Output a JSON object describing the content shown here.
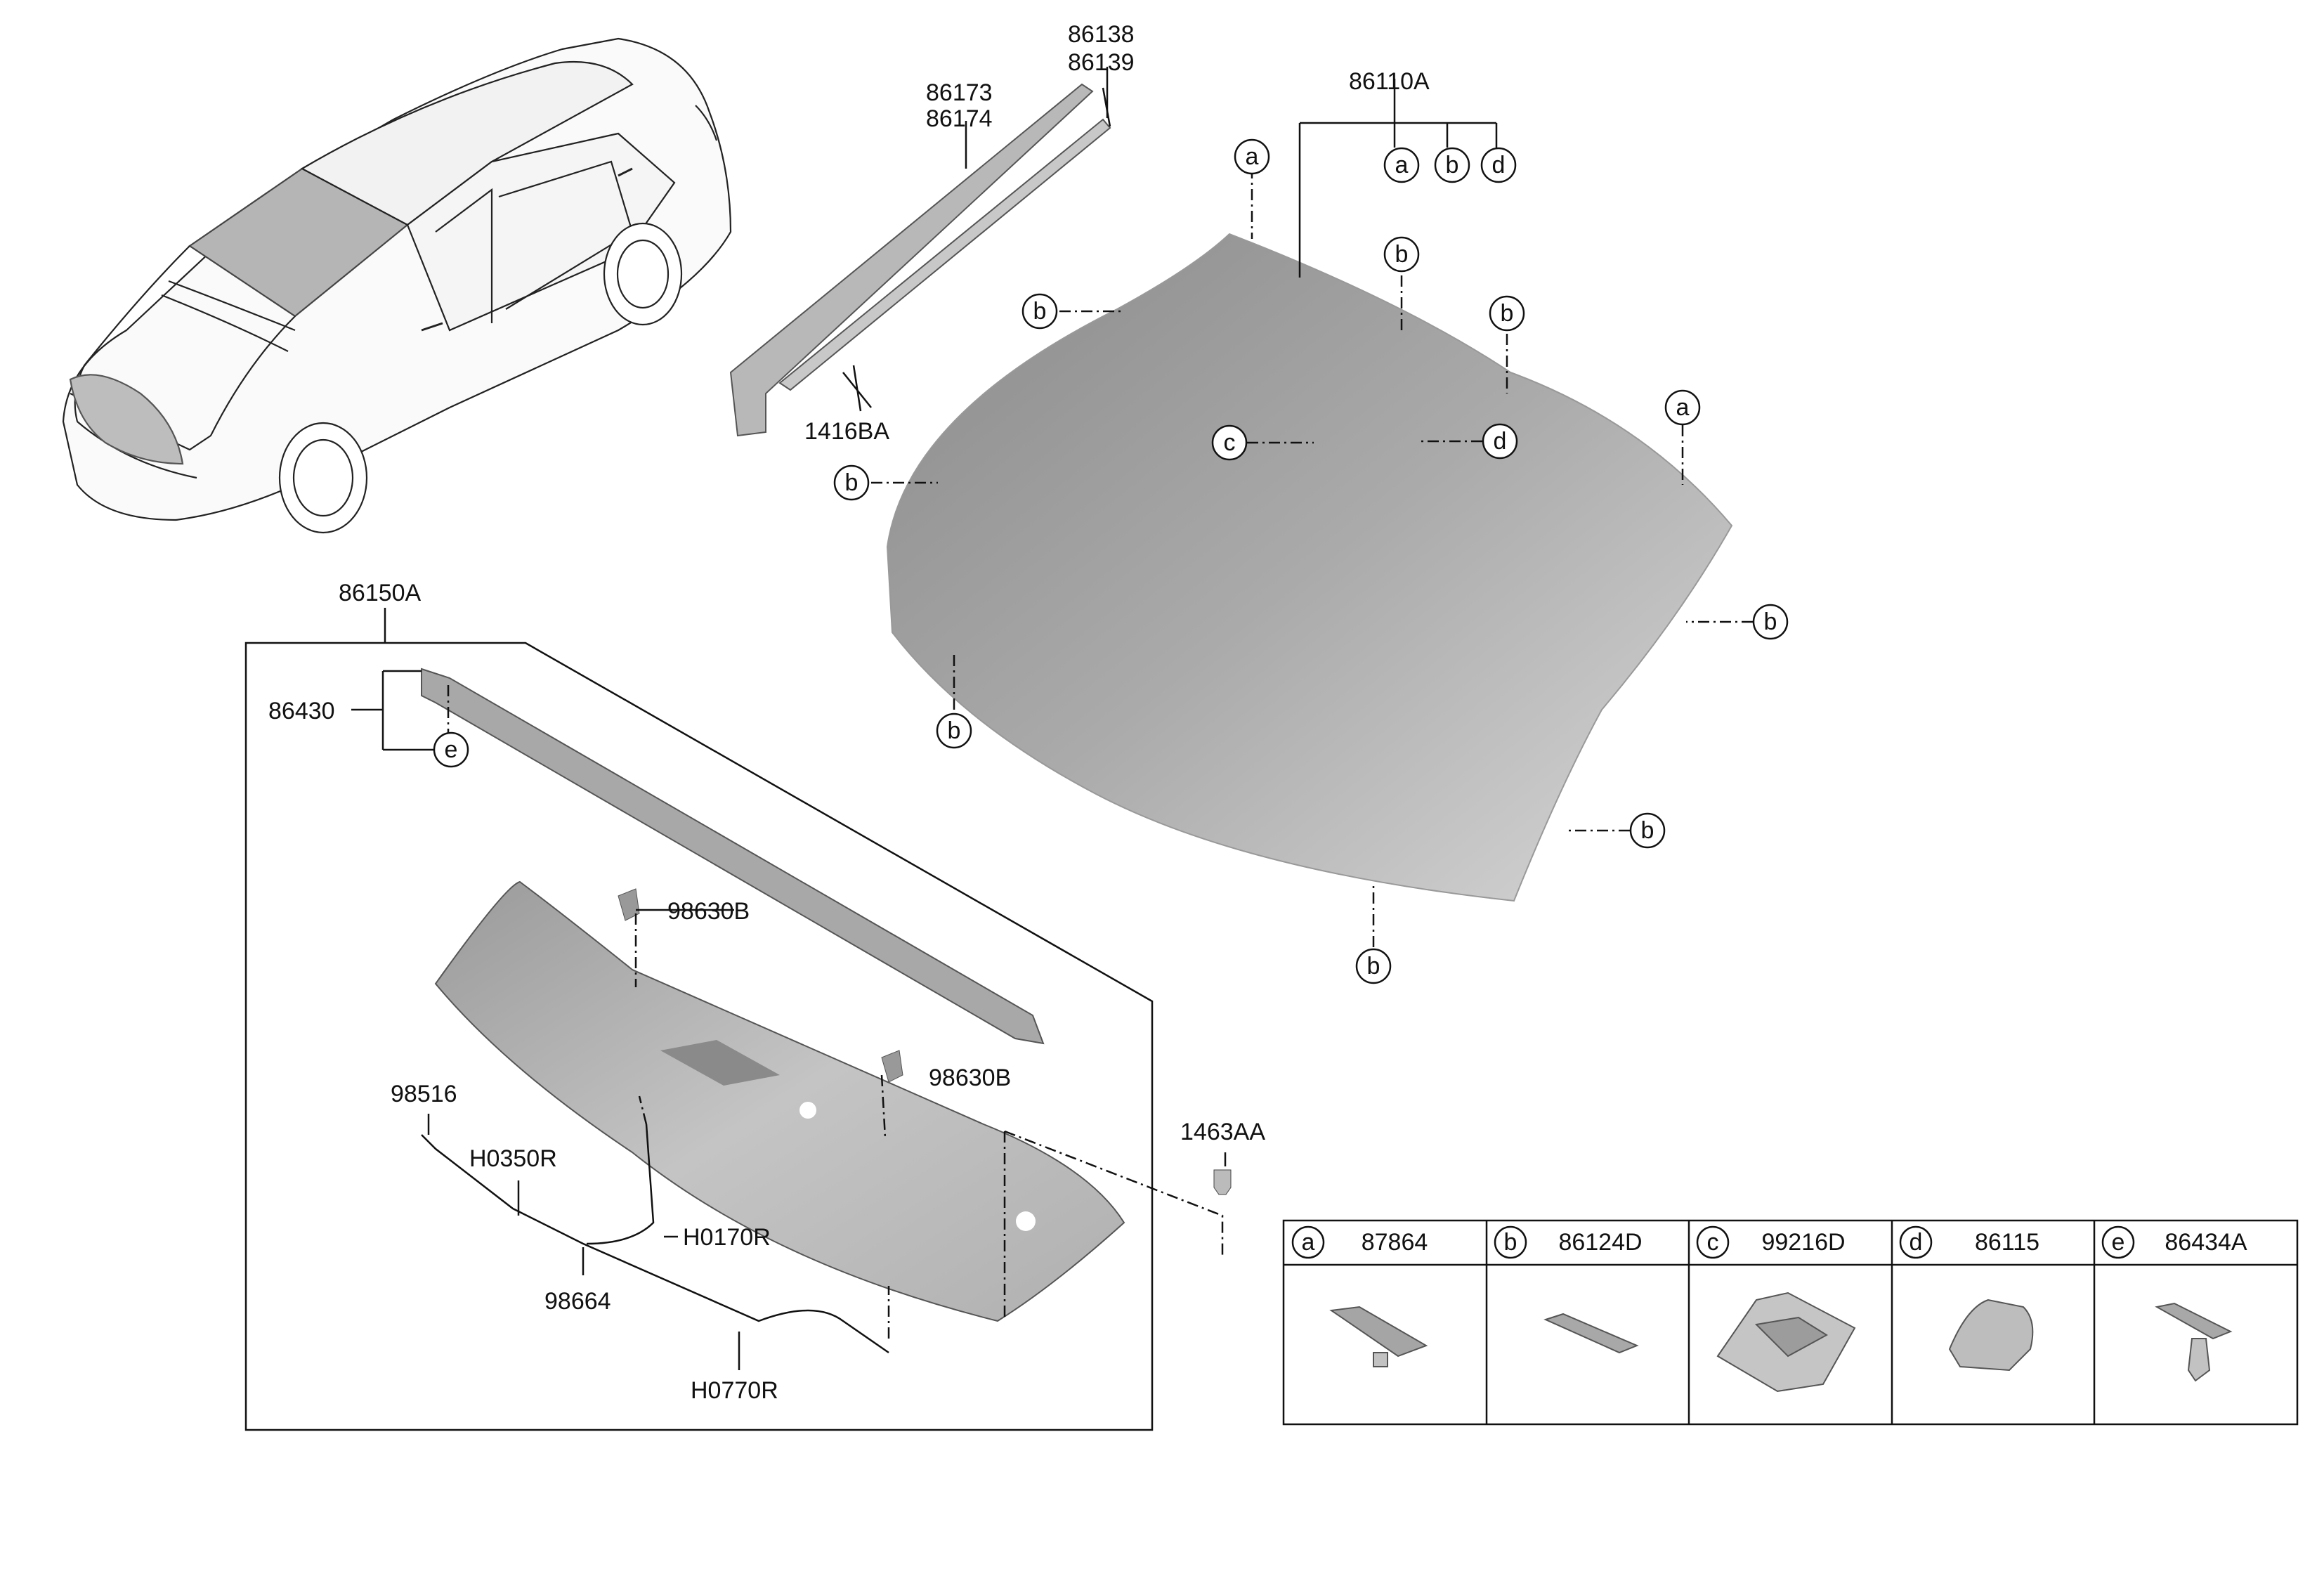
{
  "part_labels": {
    "p86138": "86138",
    "p86139": "86139",
    "p86173": "86173",
    "p86174": "86174",
    "p86110A": "86110A",
    "p1416BA": "1416BA",
    "p86150A": "86150A",
    "p86430": "86430",
    "p98630B_1": "98630B",
    "p98630B_2": "98630B",
    "p98516": "98516",
    "pH0350R": "H0350R",
    "pH0170R": "H0170R",
    "p98664": "98664",
    "pH0770R": "H0770R",
    "p1463AA": "1463AA"
  },
  "callouts": {
    "a": "a",
    "b": "b",
    "c": "c",
    "d": "d",
    "e": "e"
  },
  "legend_table": [
    {
      "letter": "a",
      "part": "87864"
    },
    {
      "letter": "b",
      "part": "86124D"
    },
    {
      "letter": "c",
      "part": "99216D"
    },
    {
      "letter": "d",
      "part": "86115"
    },
    {
      "letter": "e",
      "part": "86434A"
    }
  ],
  "colors": {
    "glass_dark": "#8c8c8c",
    "glass_light": "#d4d4d4",
    "part_gray": "#a9a9a9",
    "line": "#111111"
  }
}
